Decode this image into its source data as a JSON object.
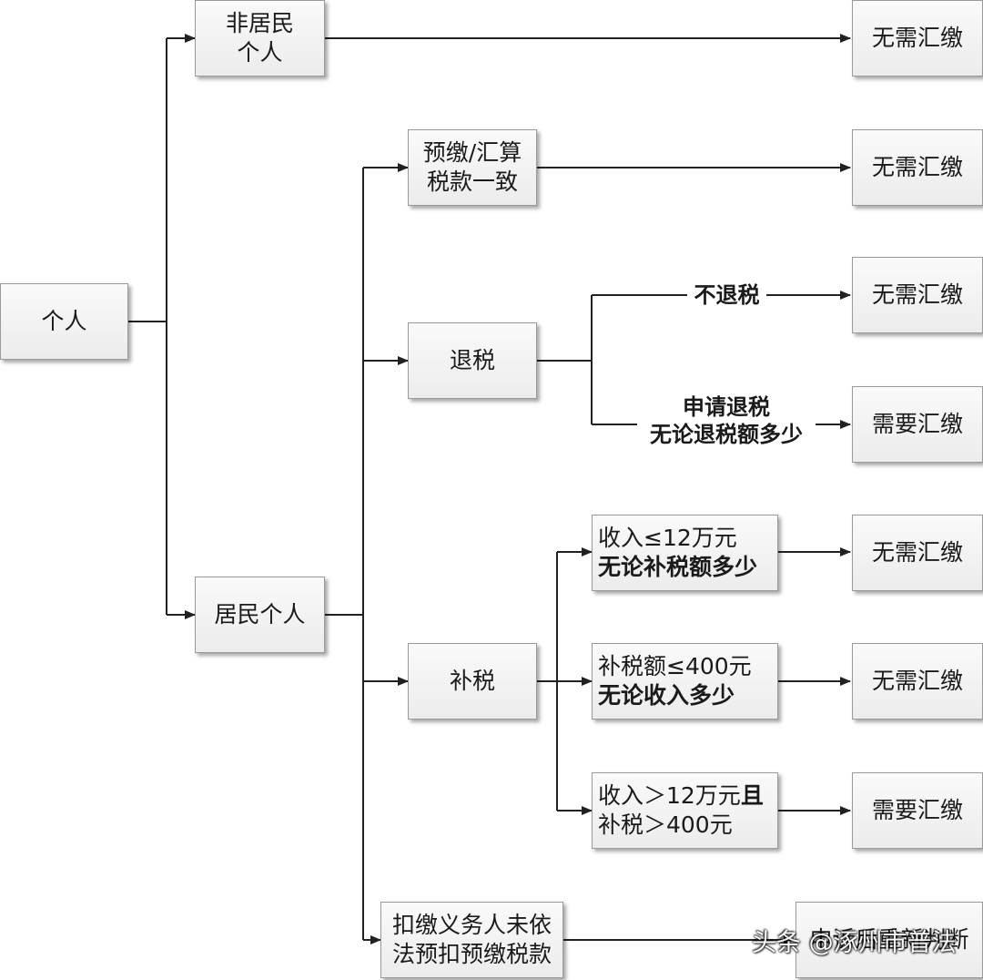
{
  "root": {
    "label": "个人"
  },
  "nonresident": {
    "line1": "非居民",
    "line2": "个人",
    "result": "无需汇缴"
  },
  "resident": {
    "label": "居民个人"
  },
  "consistent": {
    "line1": "预缴/汇算",
    "line2": "税款一致",
    "result": "无需汇缴"
  },
  "refund": {
    "label": "退税",
    "branch_no": {
      "label": "不退税",
      "result": "无需汇缴"
    },
    "branch_apply": {
      "line1": "申请退税",
      "line2": "无论退税额多少",
      "result": "需要汇缴"
    }
  },
  "supplement": {
    "label": "补税",
    "cond1": {
      "line1": "收入≤12万元",
      "line2": "无论补税额多少",
      "result": "无需汇缴"
    },
    "cond2": {
      "line1": "补税额≤400元",
      "line2": "无论收入多少",
      "result": "无需汇缴"
    },
    "cond3": {
      "line1a": "收入＞12万元",
      "line1b": "且",
      "line2": "补税＞400元",
      "result": "需要汇缴"
    }
  },
  "withholding": {
    "line1": "扣缴义务人未依",
    "line2": "法预扣预缴税款",
    "result": "申诉后重新判断"
  },
  "watermark": "头条 @涿州市普法"
}
